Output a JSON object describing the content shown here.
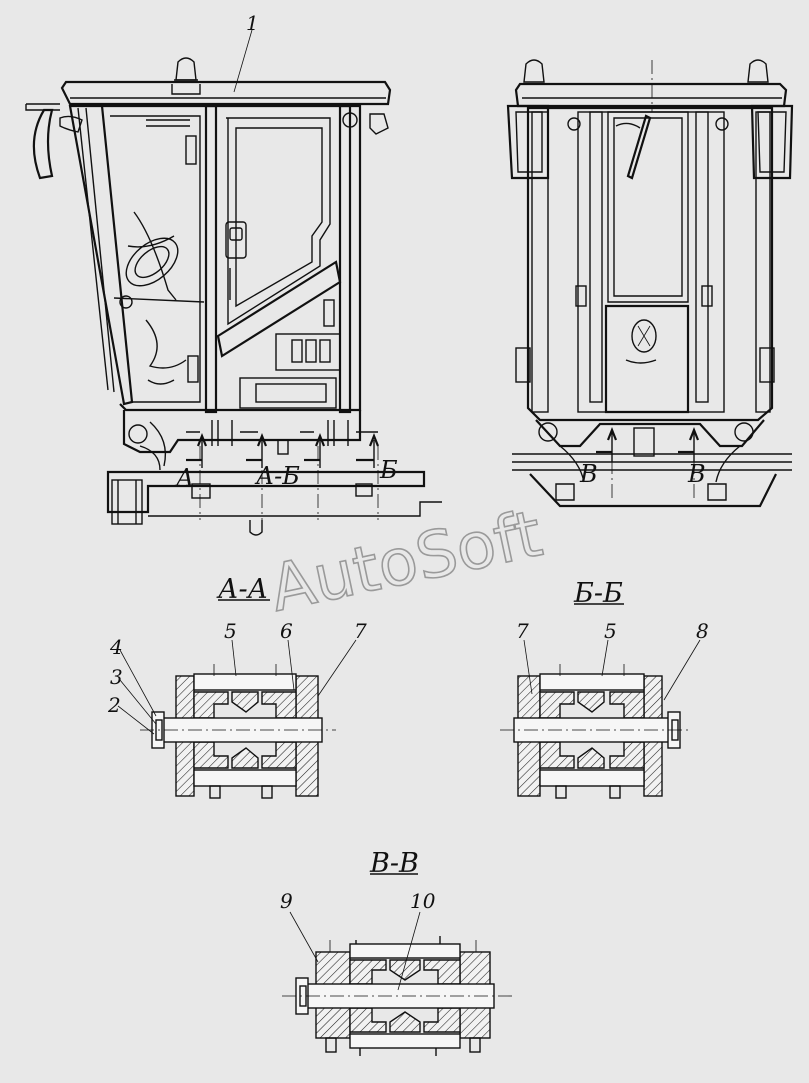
{
  "figure": {
    "watermark": "AutoSoft",
    "section_titles": {
      "aa": "А-А",
      "bb": "Б-Б",
      "vv": "В-В"
    },
    "cut_markers": {
      "a": "А",
      "a_b": "А-Б",
      "b": "Б",
      "v_left": "В",
      "v_right": "В"
    },
    "callouts": {
      "c1": "1",
      "c2": "2",
      "c3": "3",
      "c4": "4",
      "aa_5": "5",
      "aa_6": "6",
      "aa_7": "7",
      "bb_7": "7",
      "bb_5": "5",
      "bb_8": "8",
      "c9": "9",
      "c10": "10"
    }
  }
}
